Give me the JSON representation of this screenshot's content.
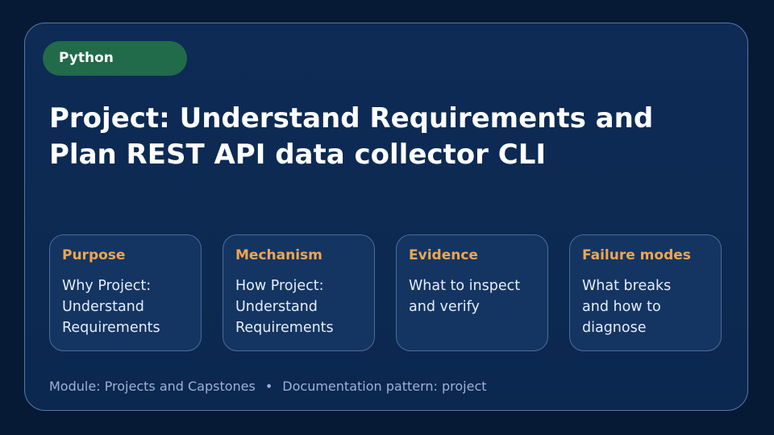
{
  "badge": "Python",
  "title_lines": [
    "Project: Understand Requirements and",
    "Plan REST API data collector CLI"
  ],
  "tiles": [
    {
      "heading": "Purpose",
      "lines": [
        "Why Project:",
        "Understand",
        "Requirements"
      ]
    },
    {
      "heading": "Mechanism",
      "lines": [
        "How Project:",
        "Understand",
        "Requirements"
      ]
    },
    {
      "heading": "Evidence",
      "lines": [
        "What to inspect",
        "and verify"
      ]
    },
    {
      "heading": "Failure modes",
      "lines": [
        "What breaks",
        "and how to",
        "diagnose"
      ]
    }
  ],
  "footer": {
    "module": "Module: Projects and Capstones",
    "separator": "•",
    "pattern": "Documentation pattern: project"
  },
  "colors": {
    "background": "#071a35",
    "card": "#0d2b55",
    "badge": "#216a4a",
    "accent": "#f2a54d"
  }
}
